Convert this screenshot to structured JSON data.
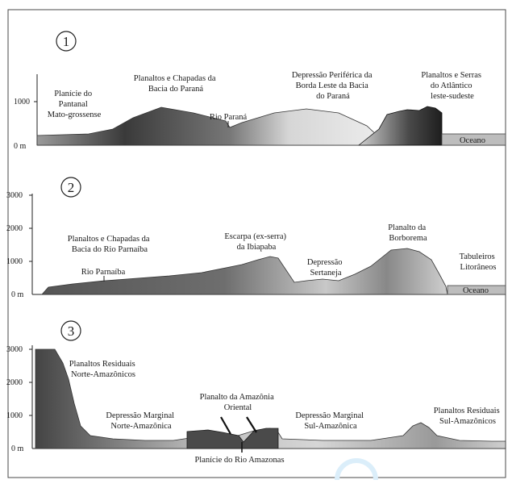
{
  "profiles": [
    {
      "number": "1",
      "y_ticks": [
        "1000",
        "0 m"
      ],
      "labels": {
        "pantanal": [
          "Planície do",
          "Pantanal",
          "Mato-grossense"
        ],
        "parana_plateaus": [
          "Planaltos e Chapadas da",
          "Bacia do Paraná"
        ],
        "river": "Rio Paraná",
        "depression": [
          "Depressão Periférica da",
          "Borda Leste da Bacia",
          "do Paraná"
        ],
        "atlantic": [
          "Planaltos e Serras",
          "do Atlântico",
          "leste-sudeste"
        ]
      },
      "ocean": "Oceano"
    },
    {
      "number": "2",
      "y_ticks": [
        "3000",
        "2000",
        "1000",
        "0 m"
      ],
      "labels": {
        "parnaiba": [
          "Planaltos e Chapadas da",
          "Bacia do Rio Parnaíba"
        ],
        "river": "Rio Parnaíba",
        "ibiapaba": [
          "Escarpa (ex-serra)",
          "da Ibiapaba"
        ],
        "sertaneja": [
          "Depressão",
          "Sertaneja"
        ],
        "borborema": [
          "Planalto da",
          "Borborema"
        ],
        "tabuleiros": [
          "Tabuleiros",
          "Litorâneos"
        ]
      },
      "ocean": "Oceano"
    },
    {
      "number": "3",
      "y_ticks": [
        "3000",
        "2000",
        "1000",
        "0 m"
      ],
      "labels": {
        "north_residual": [
          "Planaltos Residuais",
          "Norte-Amazônicos"
        ],
        "north_depression": [
          "Depressão Marginal",
          "Norte-Amazônica"
        ],
        "amazon_plateau": [
          "Planalto da Amazônia",
          "Oriental"
        ],
        "amazon_plain": "Planície do Rio Amazonas",
        "south_depression": [
          "Depressão Marginal",
          "Sul-Amazônica"
        ],
        "south_residual": [
          "Planaltos Residuais",
          "Sul-Amazônicos"
        ]
      }
    }
  ],
  "colors": {
    "frame": "#4a4a4a",
    "dark": "#2a2a2a",
    "mid": "#6b6b6b",
    "light": "#c8c8c8",
    "ocean": "#bdbdbd",
    "watermark": "#dbeefa"
  }
}
